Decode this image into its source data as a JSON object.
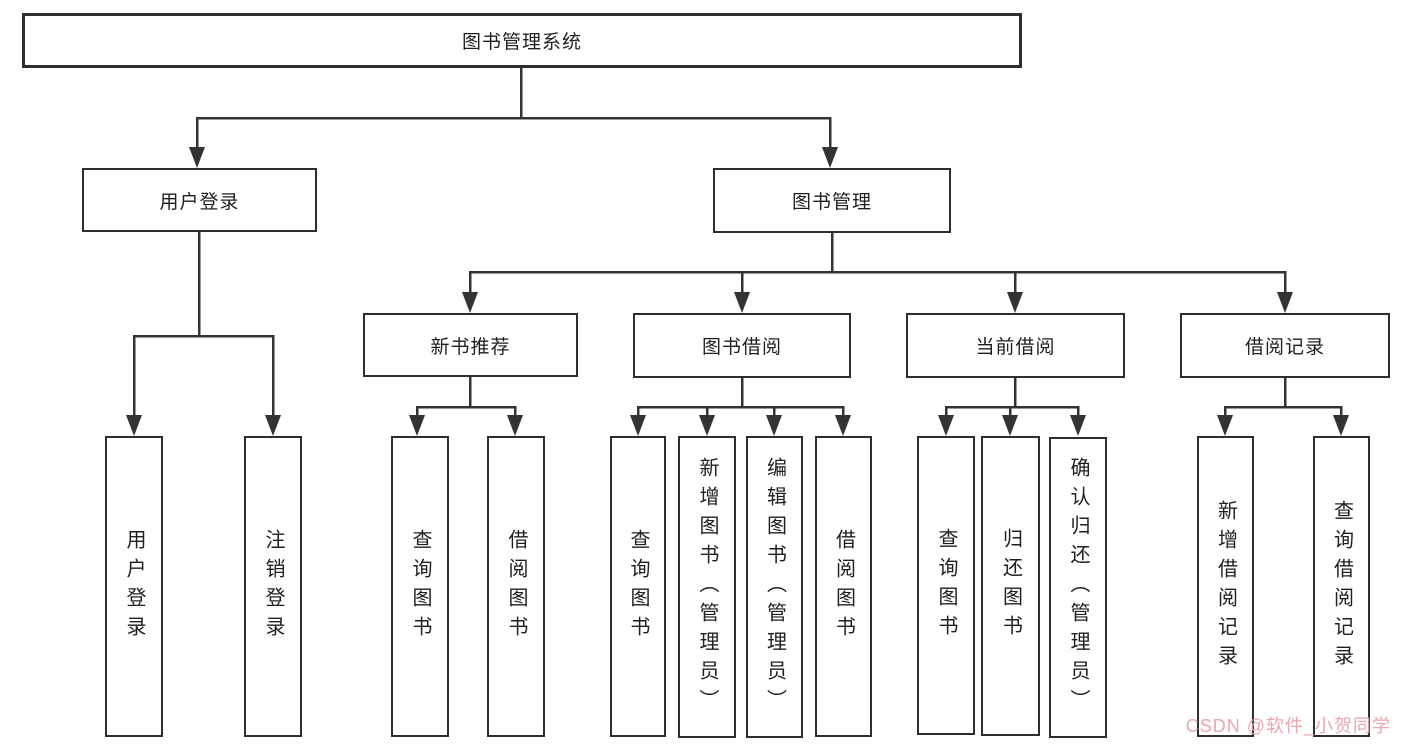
{
  "diagram": {
    "type": "tree",
    "title": "图书管理系统",
    "line_color": "#333333",
    "box_border_color": "#2e2e2e",
    "box_fill_color": "#ffffff",
    "root": {
      "label": "图书管理系统"
    },
    "level1": [
      {
        "label": "用户登录",
        "parent": "图书管理系统"
      },
      {
        "label": "图书管理",
        "parent": "图书管理系统"
      }
    ],
    "level2": [
      {
        "label": "新书推荐",
        "parent": "图书管理"
      },
      {
        "label": "图书借阅",
        "parent": "图书管理"
      },
      {
        "label": "当前借阅",
        "parent": "图书管理"
      },
      {
        "label": "借阅记录",
        "parent": "图书管理"
      }
    ],
    "leaves": [
      {
        "label": "用户登录",
        "parent": "用户登录"
      },
      {
        "label": "注销登录",
        "parent": "用户登录"
      },
      {
        "label": "查询图书",
        "parent": "新书推荐"
      },
      {
        "label": "借阅图书",
        "parent": "新书推荐"
      },
      {
        "label": "查询图书",
        "parent": "图书借阅"
      },
      {
        "label": "新增图书（管理员）",
        "parent": "图书借阅"
      },
      {
        "label": "编辑图书（管理员）",
        "parent": "图书借阅"
      },
      {
        "label": "借阅图书",
        "parent": "图书借阅"
      },
      {
        "label": "查询图书",
        "parent": "当前借阅"
      },
      {
        "label": "归还图书",
        "parent": "当前借阅"
      },
      {
        "label": "确认归还（管理员）",
        "parent": "当前借阅"
      },
      {
        "label": "新增借阅记录",
        "parent": "借阅记录"
      },
      {
        "label": "查询借阅记录",
        "parent": "借阅记录"
      }
    ]
  },
  "watermark": {
    "text": "CSDN @软件_小贺同学",
    "color": "#e9a2ab"
  }
}
